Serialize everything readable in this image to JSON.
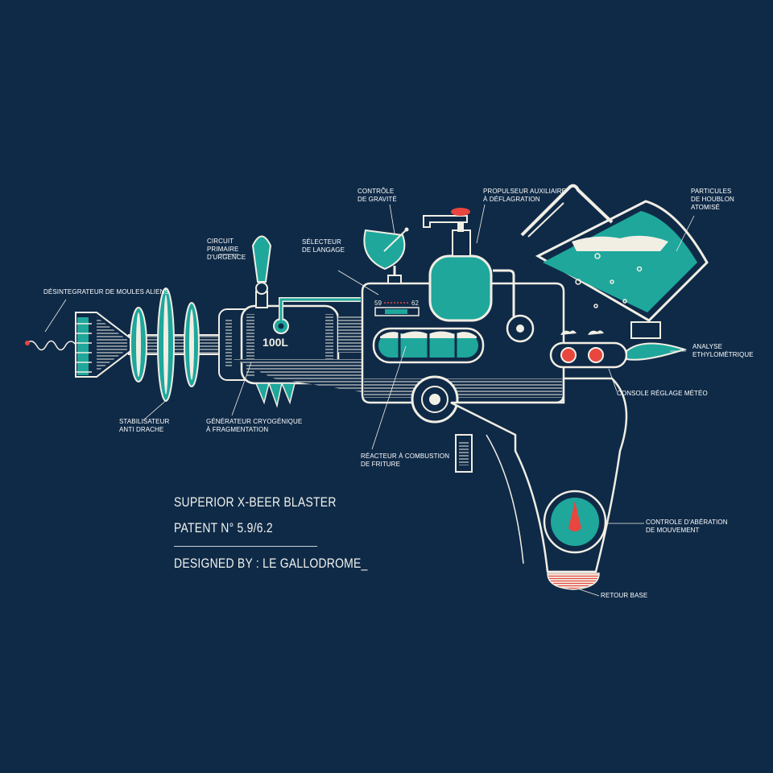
{
  "gun": {
    "tank_label": "100L",
    "selector_min": "59",
    "selector_max": "62"
  },
  "labels": {
    "desintegrateur": "DÉSINTEGRATEUR DE MOULES ALIENS",
    "circuit": "CIRCUIT\nPRIMAIRE\nD'URGENCE",
    "selecteur": "SÉLECTEUR\nDE LANGAGE",
    "gravite": "CONTRÔLE\nDE GRAVITÉ",
    "propulseur": "PROPULSEUR AUXILIAIRE\nÀ DÉFLAGRATION",
    "particules": "PARTICULES\nDE HOUBLON\nATOMISÉ",
    "analyse": "ANALYSE\nETHYLOMÉTRIQUE",
    "console": "CONSOLE RÉGLAGE MÉTÉO",
    "stabilisateur": "STABILISATEUR\nANTI DRACHE",
    "generateur": "GÉNÉRATEUR CRYOGÉNIQUE\nÀ FRAGMENTATION",
    "reacteur": "RÉACTEUR À COMBUSTION\nDE FRITURE",
    "controle_aberation": "CONTROLE D'ABÉRATION\nDE MOUVEMENT",
    "retour": "RETOUR BASE"
  },
  "title_block": {
    "line1": "SUPERIOR X-BEER BLASTER",
    "line2": "PATENT N° 5.9/6.2",
    "line3": "DESIGNED BY : LE GALLODROME_"
  },
  "colors": {
    "background": "#0f2a47",
    "teal": "#1fa79c",
    "cream": "#f1eee4",
    "red": "#e8463e"
  }
}
